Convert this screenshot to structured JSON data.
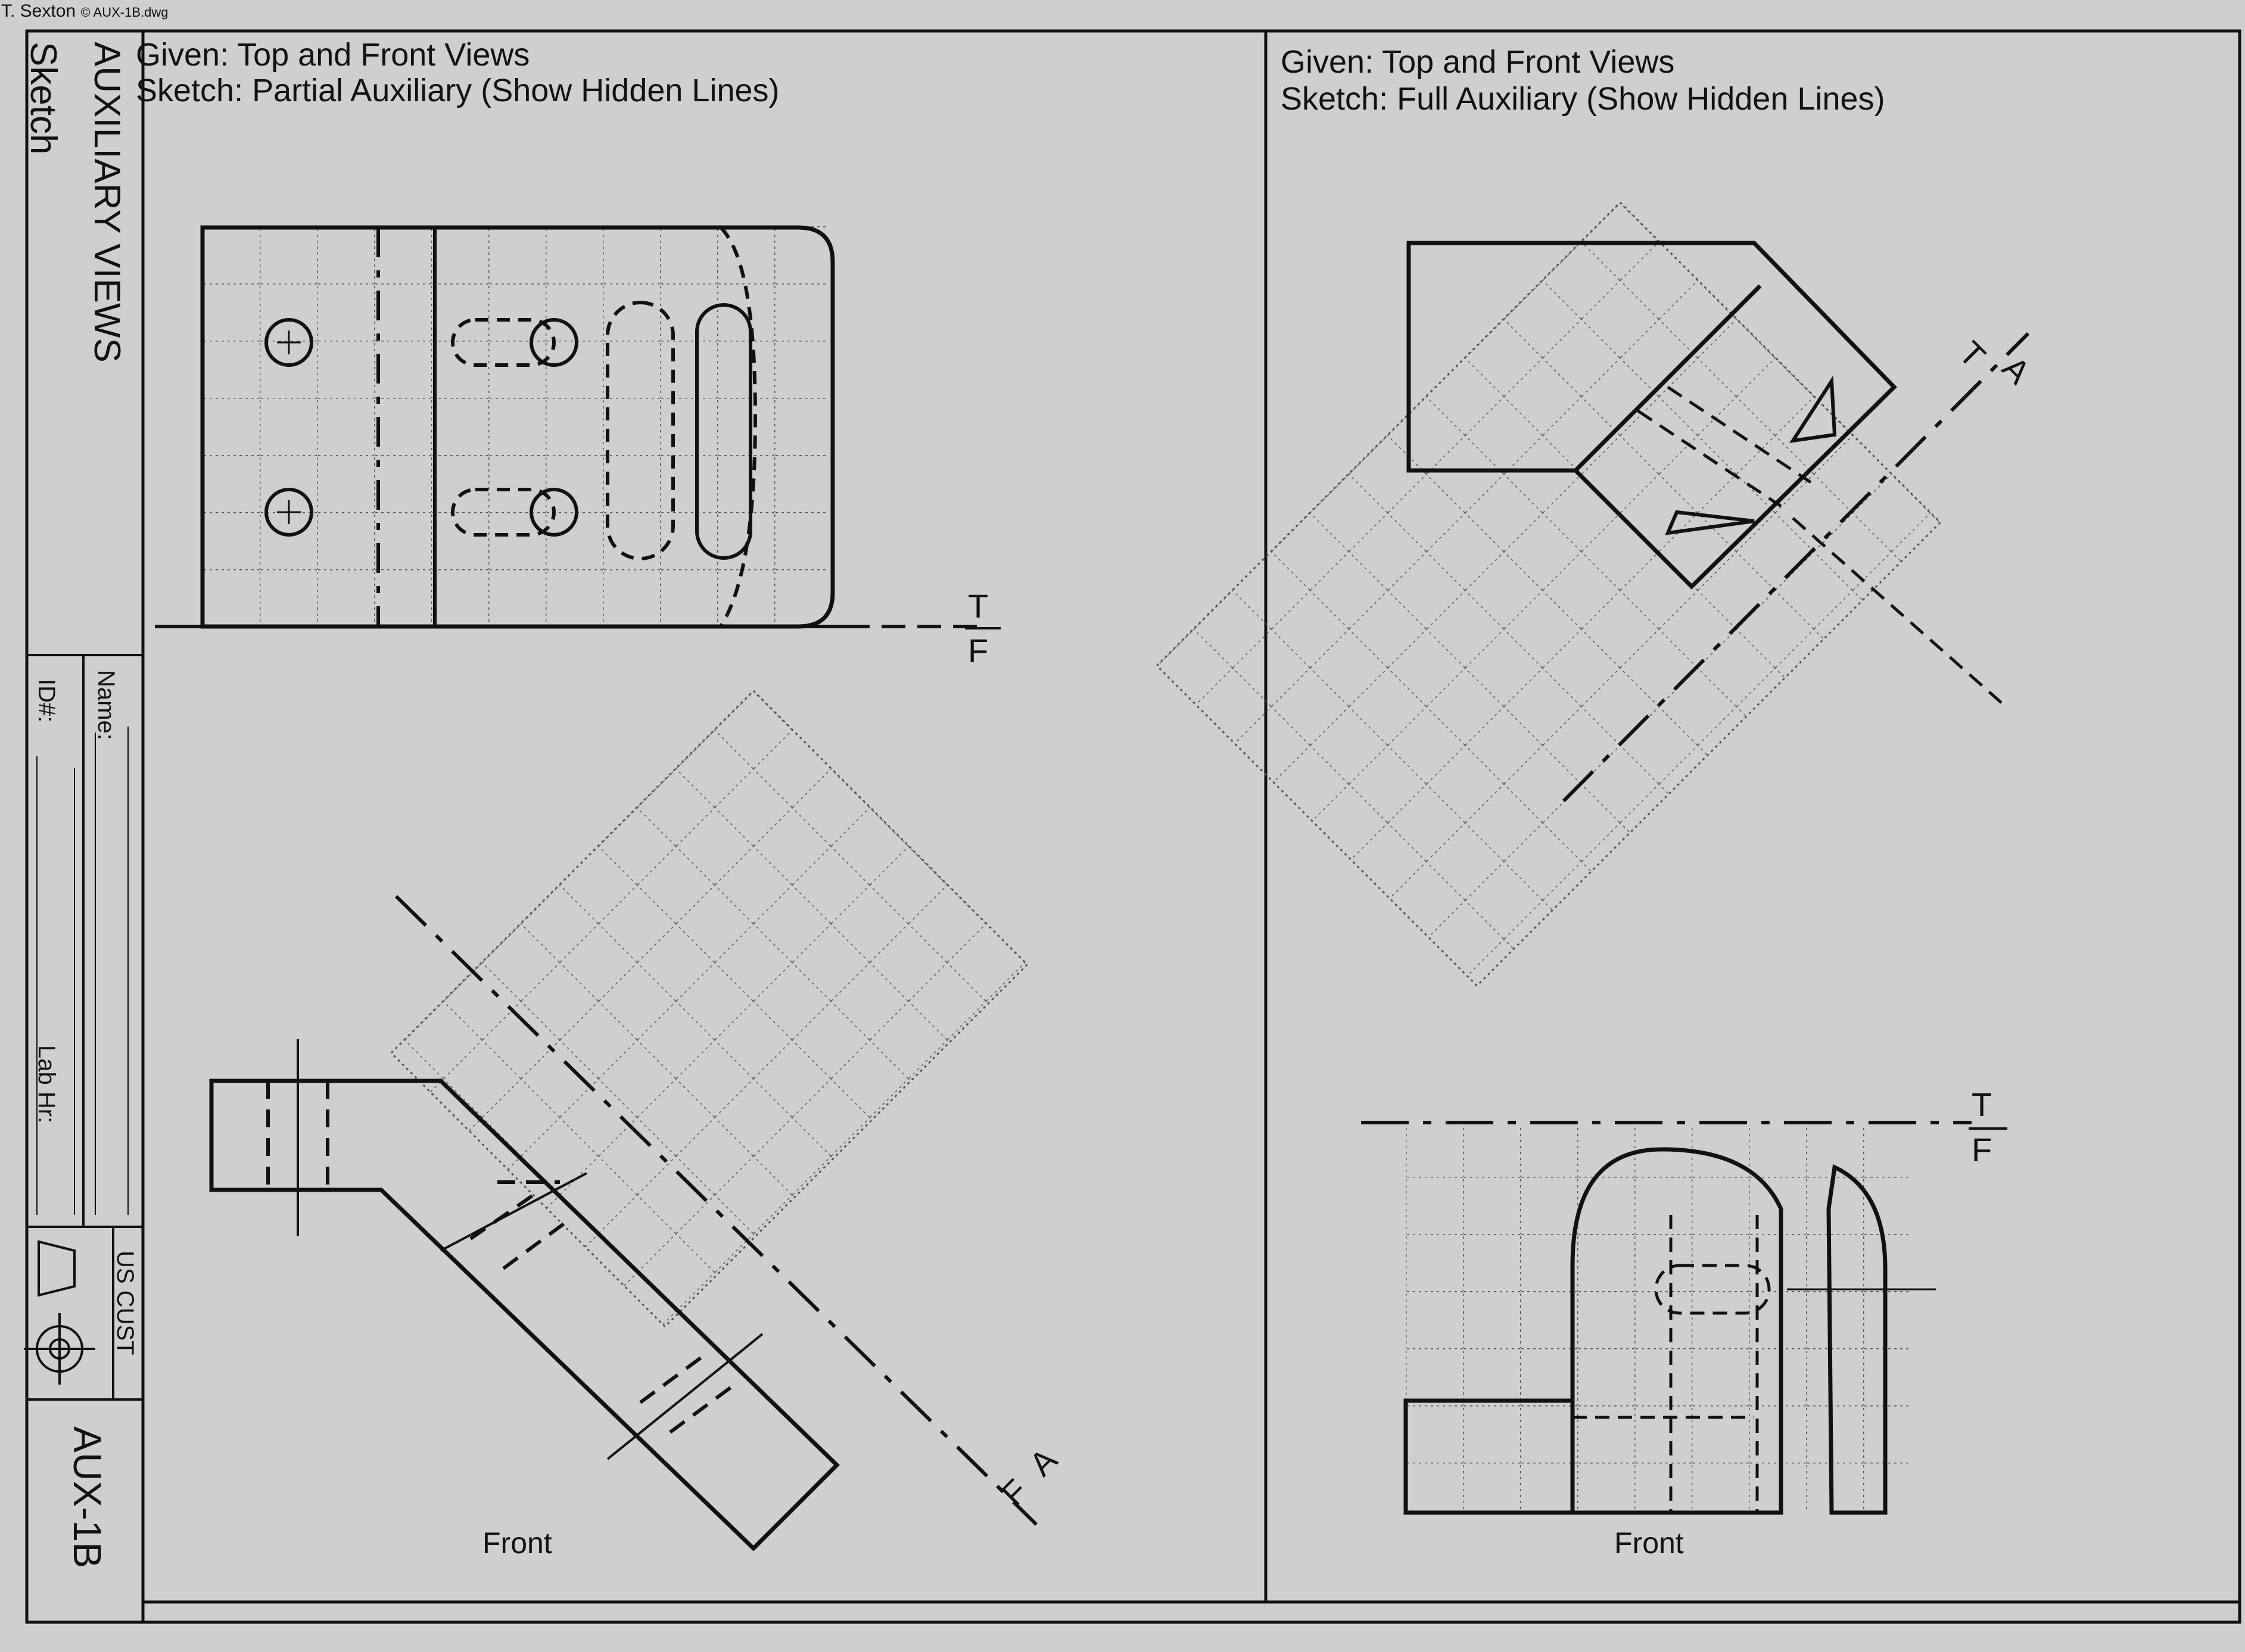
{
  "author": "T. Sexton",
  "file": "© AUX-1B.dwg",
  "title_block": {
    "title": "AUXILIARY VIEWS",
    "subtitle": "Sketch",
    "name_label": "Name:",
    "id_label": "ID#:",
    "lab_hr_label": "Lab Hr:",
    "standard": "US CUST",
    "drawing_number": "AUX-1B"
  },
  "left_panel": {
    "given": "Given:  Top and Front Views",
    "sketch": "Sketch: Partial Auxiliary (Show Hidden Lines)",
    "fold_tf_top": "T",
    "fold_tf_bottom": "F",
    "fold_af_a": "A",
    "fold_af_f": "F",
    "front_label": "Front"
  },
  "right_panel": {
    "given": "Given:  Top and Front Views",
    "sketch": "Sketch: Full Auxiliary (Show Hidden Lines)",
    "fold_ta_t": "T",
    "fold_ta_a": "A",
    "fold_tf_top": "T",
    "fold_tf_bottom": "F",
    "front_label": "Front"
  },
  "colors": {
    "paper": "#cfd0ce",
    "ink": "#111111",
    "grid": "#555555"
  }
}
